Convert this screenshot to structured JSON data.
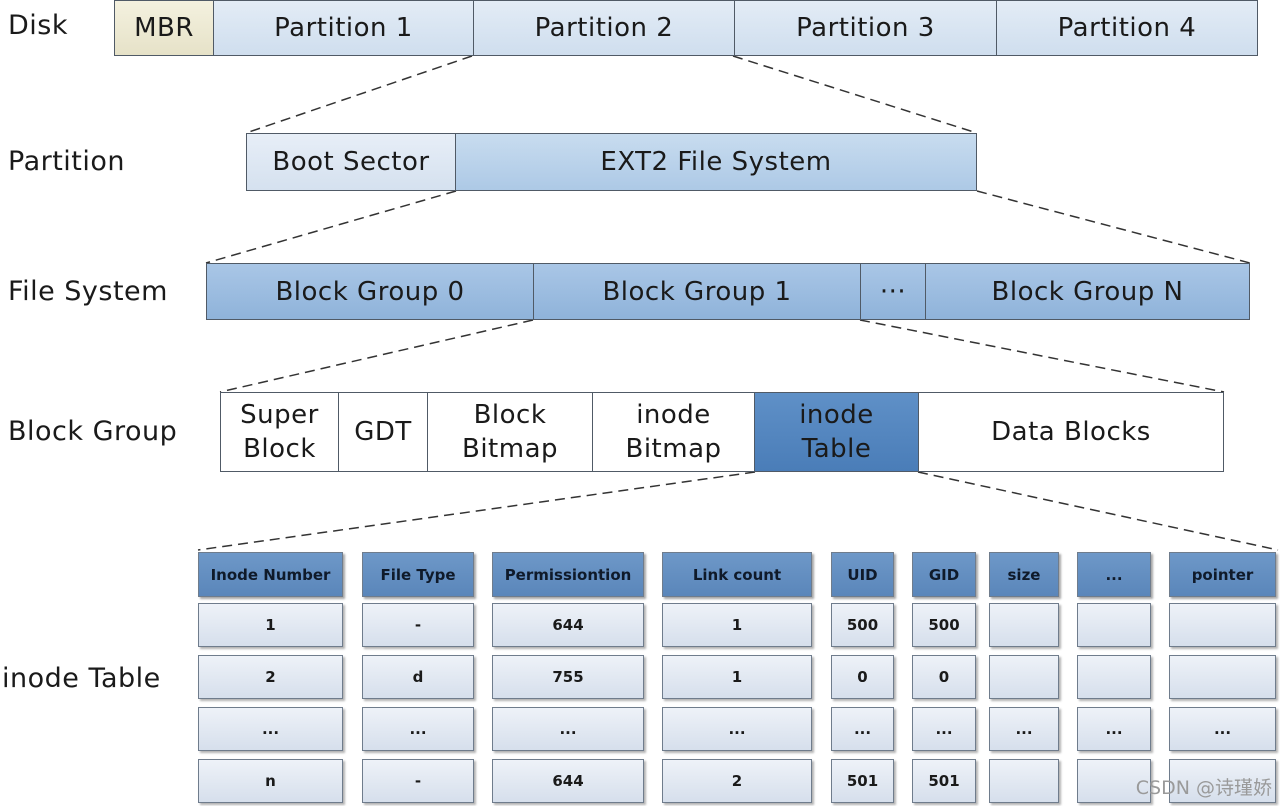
{
  "labels": {
    "disk": "Disk",
    "partition": "Partition",
    "file_system": "File System",
    "block_group": "Block Group",
    "inode_table": "inode Table"
  },
  "disk": [
    "MBR",
    "Partition 1",
    "Partition 2",
    "Partition 3",
    "Partition 4"
  ],
  "partition": [
    "Boot Sector",
    "EXT2 File System"
  ],
  "file_system": [
    "Block Group 0",
    "Block Group 1",
    "···",
    "Block Group N"
  ],
  "block_group": [
    [
      "Super",
      "Block"
    ],
    [
      "GDT"
    ],
    [
      "Block",
      "Bitmap"
    ],
    [
      "inode",
      "Bitmap"
    ],
    [
      "inode",
      "Table"
    ],
    [
      "Data Blocks"
    ]
  ],
  "inode_table": {
    "headers": [
      "Inode Number",
      "File Type",
      "Permissiontion",
      "Link count",
      "UID",
      "GID",
      "size",
      "...",
      "pointer"
    ],
    "rows": [
      [
        "1",
        "-",
        "644",
        "1",
        "500",
        "500",
        "",
        "",
        ""
      ],
      [
        "2",
        "d",
        "755",
        "1",
        "0",
        "0",
        "",
        "",
        ""
      ],
      [
        "...",
        "...",
        "...",
        "...",
        "...",
        "...",
        "...",
        "...",
        "..."
      ],
      [
        "n",
        "-",
        "644",
        "2",
        "501",
        "501",
        "",
        "",
        ""
      ]
    ]
  },
  "watermark": "CSDN @诗瑾娇",
  "colors": {
    "block_group_fill": "#8fb3da",
    "inode_table_fill": "#4a7db8",
    "table_header_fill": "#5a86ba"
  }
}
